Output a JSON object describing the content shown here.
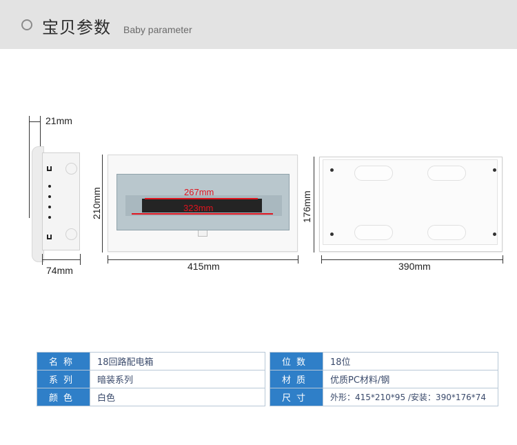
{
  "header": {
    "title_cn": "宝贝参数",
    "title_en": "Baby parameter"
  },
  "dimensions": {
    "side_top": "21mm",
    "side_bottom": "74mm",
    "front_height": "210mm",
    "front_width": "415mm",
    "inner_267": "267mm",
    "inner_323": "323mm",
    "back_height": "176mm",
    "back_width": "390mm"
  },
  "colors": {
    "accent": "#2f7fc8",
    "red": "#e0141e"
  },
  "specs_left": [
    {
      "key": "名称",
      "value": "18回路配电箱"
    },
    {
      "key": "系列",
      "value": "暗装系列"
    },
    {
      "key": "颜色",
      "value": "白色"
    }
  ],
  "specs_right": [
    {
      "key": "位数",
      "value": "18位"
    },
    {
      "key": "材质",
      "value": "优质PC材料/钢"
    },
    {
      "key": "尺寸",
      "value": "外形：415*210*95 /安装：390*176*74"
    }
  ]
}
